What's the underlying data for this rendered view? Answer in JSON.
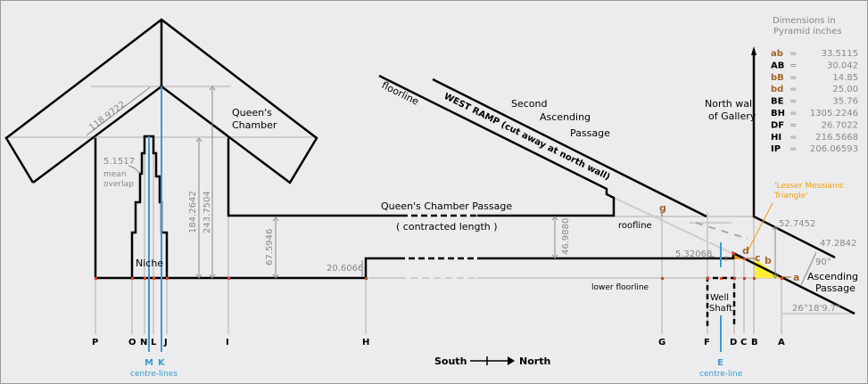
{
  "legend": {
    "title_line1": "Dimensions in",
    "title_line2": "Pyramid inches",
    "rows": [
      {
        "key": "ab",
        "value": "33.5115",
        "key_color": "#a0662a"
      },
      {
        "key": "AB",
        "value": "30.042",
        "key_color": "#000000"
      },
      {
        "key": "bB",
        "value": "14.85",
        "key_color": "#a0662a"
      },
      {
        "key": "bd",
        "value": "25.00",
        "key_color": "#a0662a"
      },
      {
        "key": "BE",
        "value": "35.76",
        "key_color": "#000000"
      },
      {
        "key": "BH",
        "value": "1305.2246",
        "key_color": "#000000"
      },
      {
        "key": "DF",
        "value": "26.7022",
        "key_color": "#000000"
      },
      {
        "key": "HI",
        "value": "216.5668",
        "key_color": "#000000"
      },
      {
        "key": "IP",
        "value": "206.06593",
        "key_color": "#000000"
      }
    ],
    "equals": "="
  },
  "labels": {
    "queens_chamber_1": "Queen's",
    "queens_chamber_2": "Chamber",
    "niche": "Niche",
    "overlap_value": "5.1517",
    "overlap_1": "mean",
    "overlap_2": "overlap",
    "roof_length": "118.9722",
    "dim_184": "184.2642",
    "dim_243": "243.7504",
    "dim_67": "67.5946",
    "dim_20": "20.6066",
    "dim_46": "46.9880",
    "floorline": "floorline",
    "west_ramp": "WEST RAMP (cut away at north wall)",
    "second_1": "Second",
    "second_2": "Ascending",
    "second_3": "Passage",
    "qc_passage": "Queen's Chamber Passage",
    "contracted": "( contracted length )",
    "roofline": "roofline",
    "lower_floorline": "lower floorline",
    "north_wall_1": "North wall",
    "north_wall_2": "of Gallery",
    "lesser_1": "'Lesser Messianic",
    "lesser_2": "Triangle'",
    "dim_52": "52.7452",
    "dim_47": "47.2842",
    "angle_90": "90°",
    "angle_asc": "26°18'9.7\"",
    "dim_5": "5.32068",
    "asc_1": "Ascending",
    "asc_2": "Passage",
    "well_1": "Well",
    "well_2": "Shaft",
    "pt_g": "g",
    "pt_d": "d",
    "pt_c": "c",
    "pt_b": "b",
    "pt_a": "a",
    "south": "South",
    "north": "North",
    "centre_lines": "centre-lines",
    "centre_line": "centre-line"
  },
  "axis_points": [
    "P",
    "O",
    "N",
    "L",
    "J",
    "I",
    "H",
    "G",
    "F",
    "D",
    "C",
    "B",
    "A"
  ],
  "centre_points": [
    "M",
    "K",
    "E"
  ],
  "colors": {
    "black": "#000000",
    "grey": "#cfcdcb",
    "blue": "#3a9bd0",
    "brown": "#a0662a",
    "yellow": "#ffee33",
    "orange": "#f0a000",
    "red": "#e04020"
  }
}
